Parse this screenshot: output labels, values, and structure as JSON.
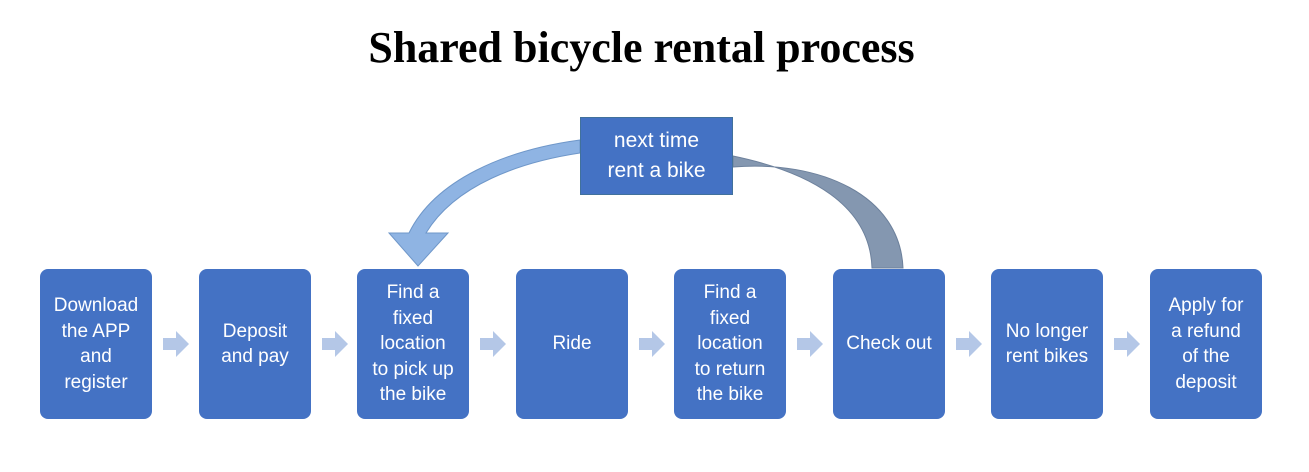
{
  "title": "Shared bicycle rental process",
  "colors": {
    "box_fill": "#4472c4",
    "connector_arrow": "#b4c7e7",
    "loop_arrow_left": "#8fb4e3",
    "loop_arrow_right": "#8497b0"
  },
  "steps": [
    {
      "label": "Download\nthe APP\nand\nregister"
    },
    {
      "label": "Deposit\nand pay"
    },
    {
      "label": "Find a\nfixed\nlocation\nto pick up\nthe bike"
    },
    {
      "label": "Ride"
    },
    {
      "label": "Find a\nfixed\nlocation\nto return\nthe bike"
    },
    {
      "label": "Check out"
    },
    {
      "label": "No longer\nrent bikes"
    },
    {
      "label": "Apply for\na refund\nof the\ndeposit"
    }
  ],
  "loop": {
    "label": "next time\nrent a bike",
    "from_step": 6,
    "to_step": 3
  }
}
